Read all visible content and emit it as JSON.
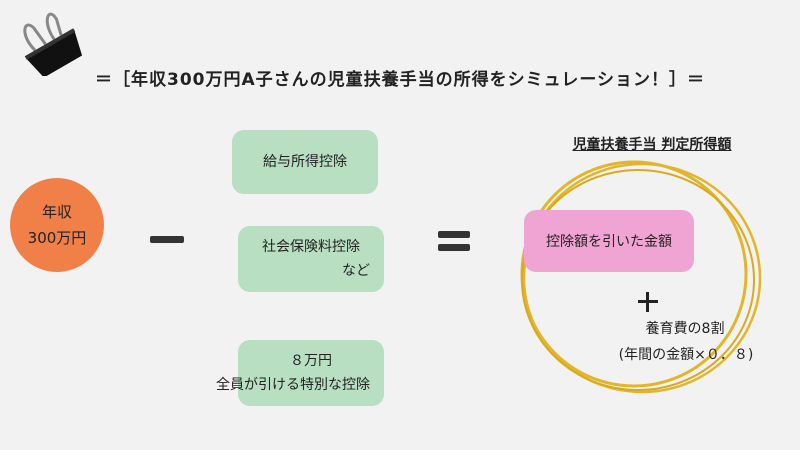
{
  "header": {
    "title": "＝［年収300万円A子さんの児童扶養手当の所得をシミュレーション！］＝"
  },
  "icons": {
    "clip": "binder-clip-icon",
    "minus": "minus-icon",
    "equals": "equals-icon",
    "plus": "plus-icon"
  },
  "income": {
    "line1": "年収",
    "line2": "300万円"
  },
  "deductions": {
    "salary": "給与所得控除",
    "social_line1": "社会保険料控除",
    "social_line2": "など",
    "special_line1": "８万円",
    "special_line2": "全員が引ける特別な控除"
  },
  "result": {
    "heading": "児童扶養手当 判定所得額",
    "net_amount": "控除額を引いた金額",
    "support_line1": "養育費の8割",
    "support_line2": "(年間の金額×０．８)"
  },
  "colors": {
    "income": "#f08048",
    "deduction_box": "#b8dfc2",
    "result_box": "#f0a4d4",
    "rings": "#e3b52a",
    "background": "#f2f2f2"
  }
}
